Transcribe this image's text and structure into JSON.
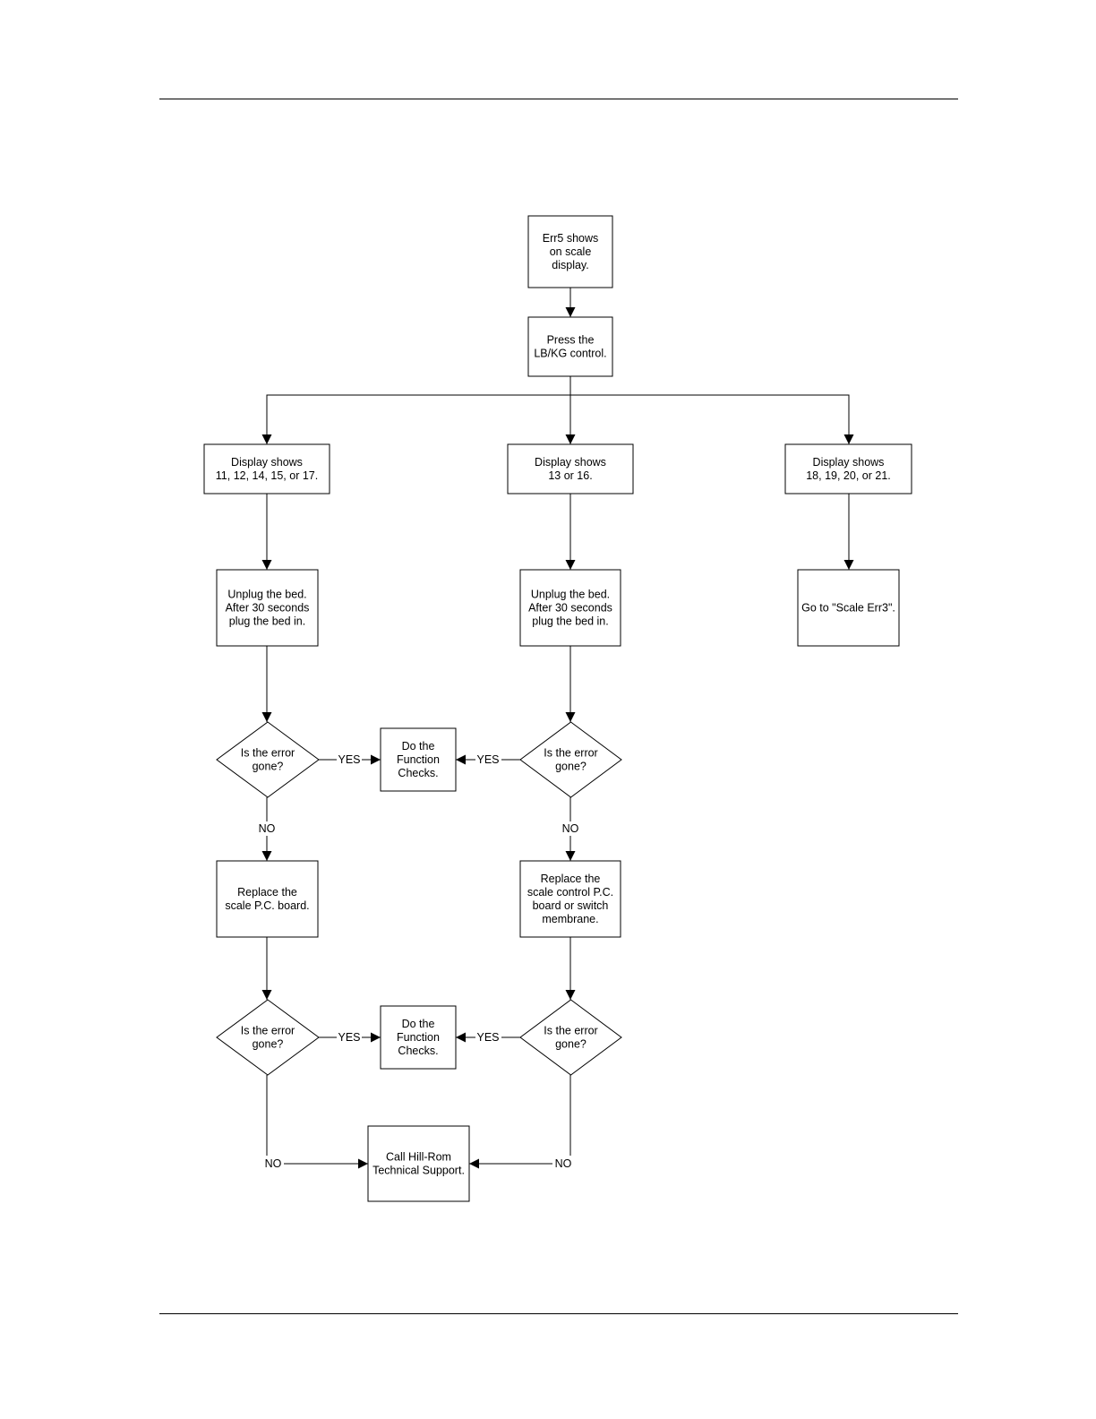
{
  "nodes": {
    "err5": {
      "kind": "process",
      "lines": [
        "Err5 shows",
        "on scale",
        "display."
      ]
    },
    "press": {
      "kind": "process",
      "lines": [
        "Press the",
        "LB/KG control."
      ]
    },
    "dispA": {
      "kind": "process",
      "lines": [
        "Display shows",
        "11, 12, 14, 15, or 17."
      ]
    },
    "dispB": {
      "kind": "process",
      "lines": [
        "Display shows",
        "13 or 16."
      ]
    },
    "dispC": {
      "kind": "process",
      "lines": [
        "Display shows",
        "18, 19, 20,  or 21."
      ]
    },
    "unplugA": {
      "kind": "process",
      "lines": [
        "Unplug the bed.",
        "After 30 seconds",
        "plug the bed in."
      ]
    },
    "unplugB": {
      "kind": "process",
      "lines": [
        "Unplug the bed.",
        "After 30 seconds",
        "plug the bed in."
      ]
    },
    "gotoErr3": {
      "kind": "process",
      "lines": [
        "Go to \"Scale Err3\"."
      ]
    },
    "decA1": {
      "kind": "decision",
      "lines": [
        "Is the error",
        "gone?"
      ]
    },
    "decB1": {
      "kind": "decision",
      "lines": [
        "Is the error",
        "gone?"
      ]
    },
    "func1": {
      "kind": "process",
      "lines": [
        "Do the",
        "Function",
        "Checks."
      ]
    },
    "replaceA": {
      "kind": "process",
      "lines": [
        "Replace the",
        "scale  P.C. board."
      ]
    },
    "replaceB": {
      "kind": "process",
      "lines": [
        "Replace the",
        "scale control P.C.",
        "board or switch",
        "membrane."
      ]
    },
    "decA2": {
      "kind": "decision",
      "lines": [
        "Is the error",
        "gone?"
      ]
    },
    "decB2": {
      "kind": "decision",
      "lines": [
        "Is the error",
        "gone?"
      ]
    },
    "func2": {
      "kind": "process",
      "lines": [
        "Do the",
        "Function",
        "Checks."
      ]
    },
    "support": {
      "kind": "process",
      "lines": [
        "Call Hill-Rom",
        "Technical Support."
      ]
    }
  },
  "edges": [
    {
      "from": "err5",
      "to": "press"
    },
    {
      "from": "press",
      "to": "dispA"
    },
    {
      "from": "press",
      "to": "dispB"
    },
    {
      "from": "press",
      "to": "dispC"
    },
    {
      "from": "dispA",
      "to": "unplugA"
    },
    {
      "from": "dispB",
      "to": "unplugB"
    },
    {
      "from": "dispC",
      "to": "gotoErr3"
    },
    {
      "from": "unplugA",
      "to": "decA1"
    },
    {
      "from": "unplugB",
      "to": "decB1"
    },
    {
      "from": "decA1",
      "to": "func1",
      "label": "YES"
    },
    {
      "from": "decB1",
      "to": "func1",
      "label": "YES"
    },
    {
      "from": "decA1",
      "to": "replaceA",
      "label": "NO"
    },
    {
      "from": "decB1",
      "to": "replaceB",
      "label": "NO"
    },
    {
      "from": "replaceA",
      "to": "decA2"
    },
    {
      "from": "replaceB",
      "to": "decB2"
    },
    {
      "from": "decA2",
      "to": "func2",
      "label": "YES"
    },
    {
      "from": "decB2",
      "to": "func2",
      "label": "YES"
    },
    {
      "from": "decA2",
      "to": "support",
      "label": "NO"
    },
    {
      "from": "decB2",
      "to": "support",
      "label": "NO"
    }
  ]
}
